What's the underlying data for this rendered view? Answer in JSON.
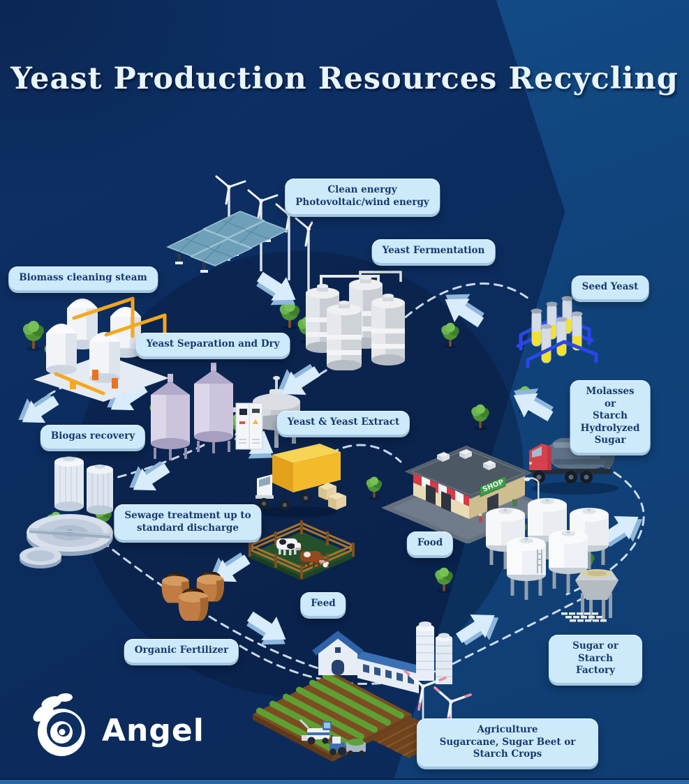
{
  "title": "Yeast Production Resources Recycling",
  "logo": {
    "text": "Angel"
  },
  "shop_sign": "SHOP",
  "nodes": {
    "clean_energy": {
      "label": "Clean energy\nPhotovoltaic/wind energy"
    },
    "yeast_fermentation": {
      "label": "Yeast Fermentation"
    },
    "seed_yeast": {
      "label": "Seed Yeast"
    },
    "biomass_cleaning": {
      "label": "Biomass cleaning steam"
    },
    "yeast_separation": {
      "label": "Yeast Separation and Dry"
    },
    "molasses": {
      "label": "Molasses or\nStarch Hydrolyzed Sugar"
    },
    "biogas_recovery": {
      "label": "Biogas recovery"
    },
    "yeast_extract": {
      "label": "Yeast & Yeast Extract"
    },
    "sewage_treatment": {
      "label": "Sewage treatment up to\nstandard discharge"
    },
    "food": {
      "label": "Food"
    },
    "feed": {
      "label": "Feed"
    },
    "organic_fertilizer": {
      "label": "Organic Fertilizer"
    },
    "sugar_starch_factory": {
      "label": "Sugar or Starch Factory"
    },
    "agriculture": {
      "label": "Agriculture\nSugarcane, Sugar Beet or Starch Crops"
    }
  },
  "colors": {
    "background": "#0c2c5e",
    "light_band": "#11447c",
    "pill_bg": "#cdeafb",
    "pill_text": "#173a6e",
    "arrow": "#d8ecfc",
    "dash_line": "#dce9f8",
    "title_text": "#e9f4fc"
  }
}
